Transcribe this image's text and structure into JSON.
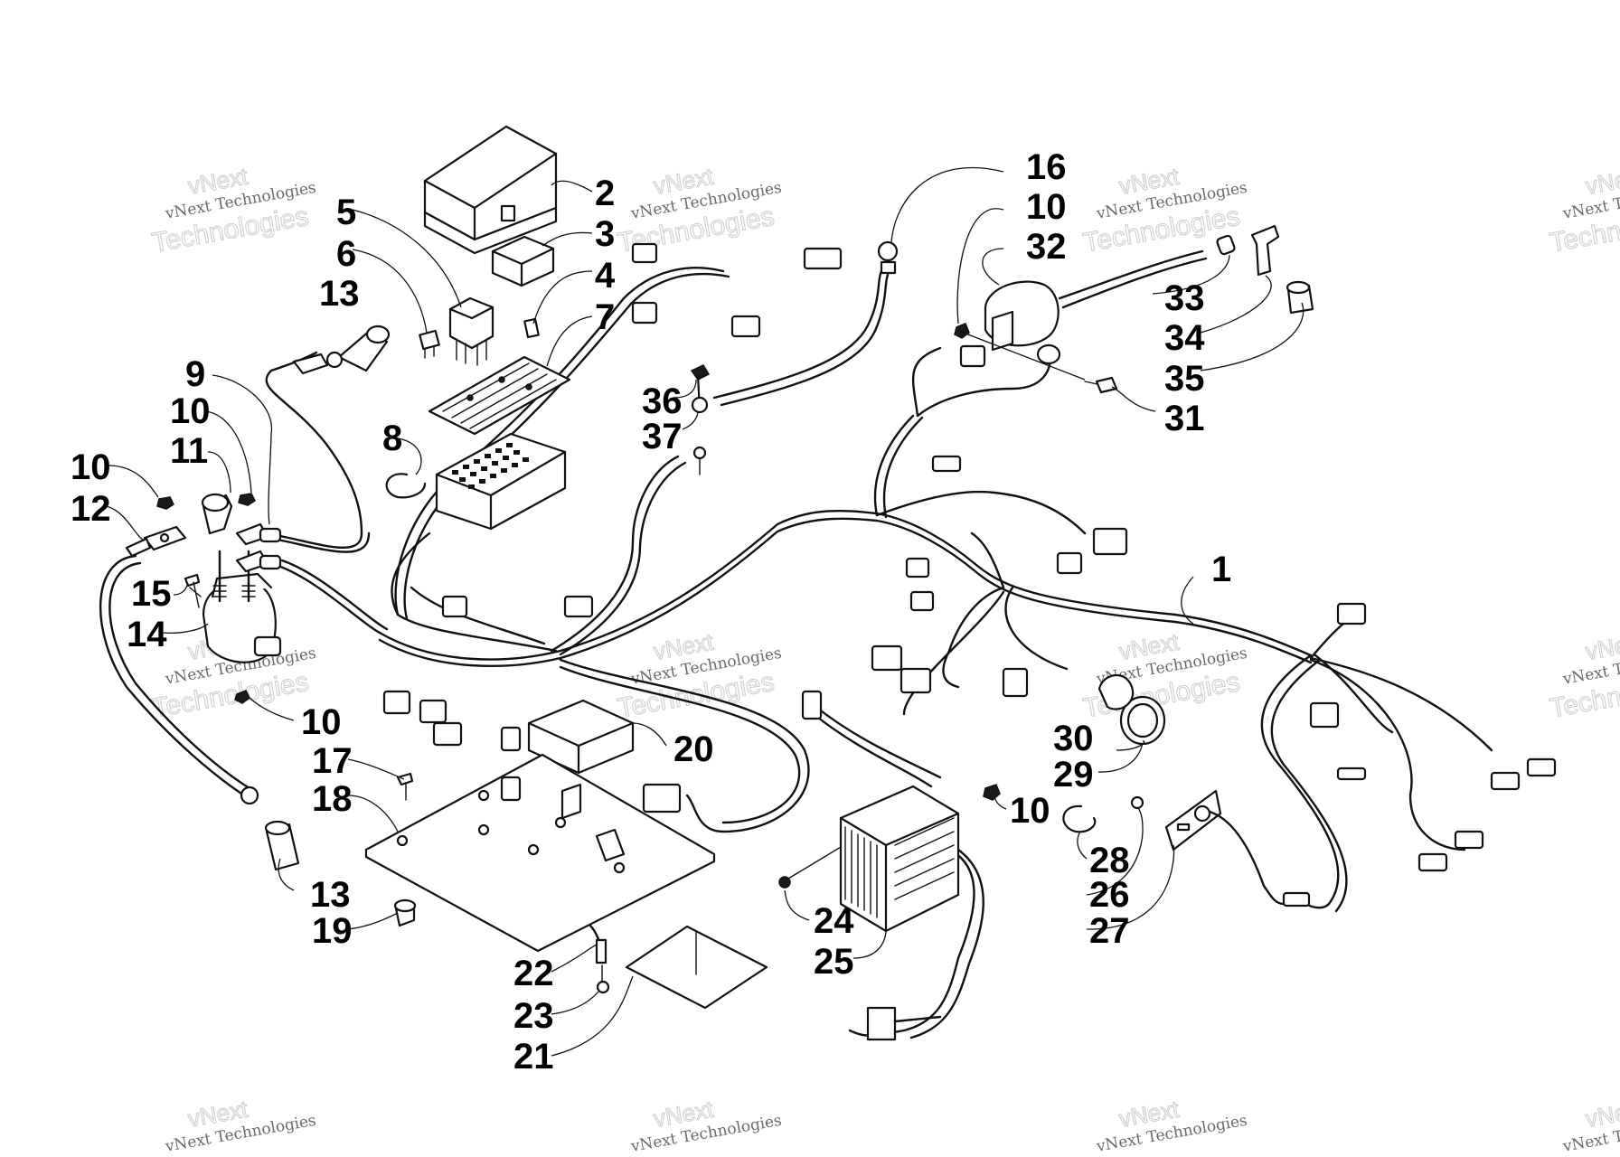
{
  "watermark": {
    "line1": "vNext Technologies",
    "line2": "Technologies",
    "top": "vNext"
  },
  "callouts": [
    "1",
    "2",
    "3",
    "4",
    "5",
    "6",
    "7",
    "8",
    "9",
    "10",
    "10",
    "10",
    "10",
    "10",
    "11",
    "12",
    "13",
    "13",
    "14",
    "15",
    "16",
    "17",
    "18",
    "19",
    "20",
    "21",
    "22",
    "23",
    "24",
    "25",
    "26",
    "27",
    "28",
    "29",
    "30",
    "31",
    "32",
    "33",
    "34",
    "35",
    "36",
    "37"
  ]
}
